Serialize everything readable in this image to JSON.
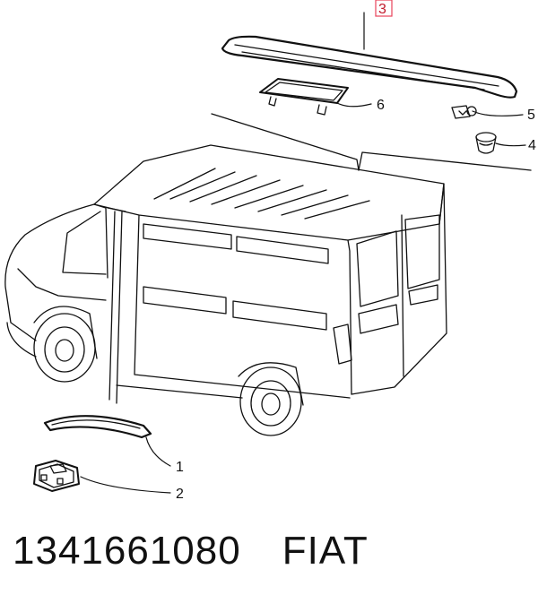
{
  "diagram": {
    "callouts": [
      {
        "id": "1",
        "label": "1"
      },
      {
        "id": "2",
        "label": "2"
      },
      {
        "id": "3",
        "label": "3",
        "boxed": true
      },
      {
        "id": "4",
        "label": "4"
      },
      {
        "id": "5",
        "label": "5"
      },
      {
        "id": "6",
        "label": "6"
      }
    ],
    "highlight_color": "#e8425a"
  },
  "footer": {
    "part_number": "1341661080",
    "brand": "FIAT"
  }
}
